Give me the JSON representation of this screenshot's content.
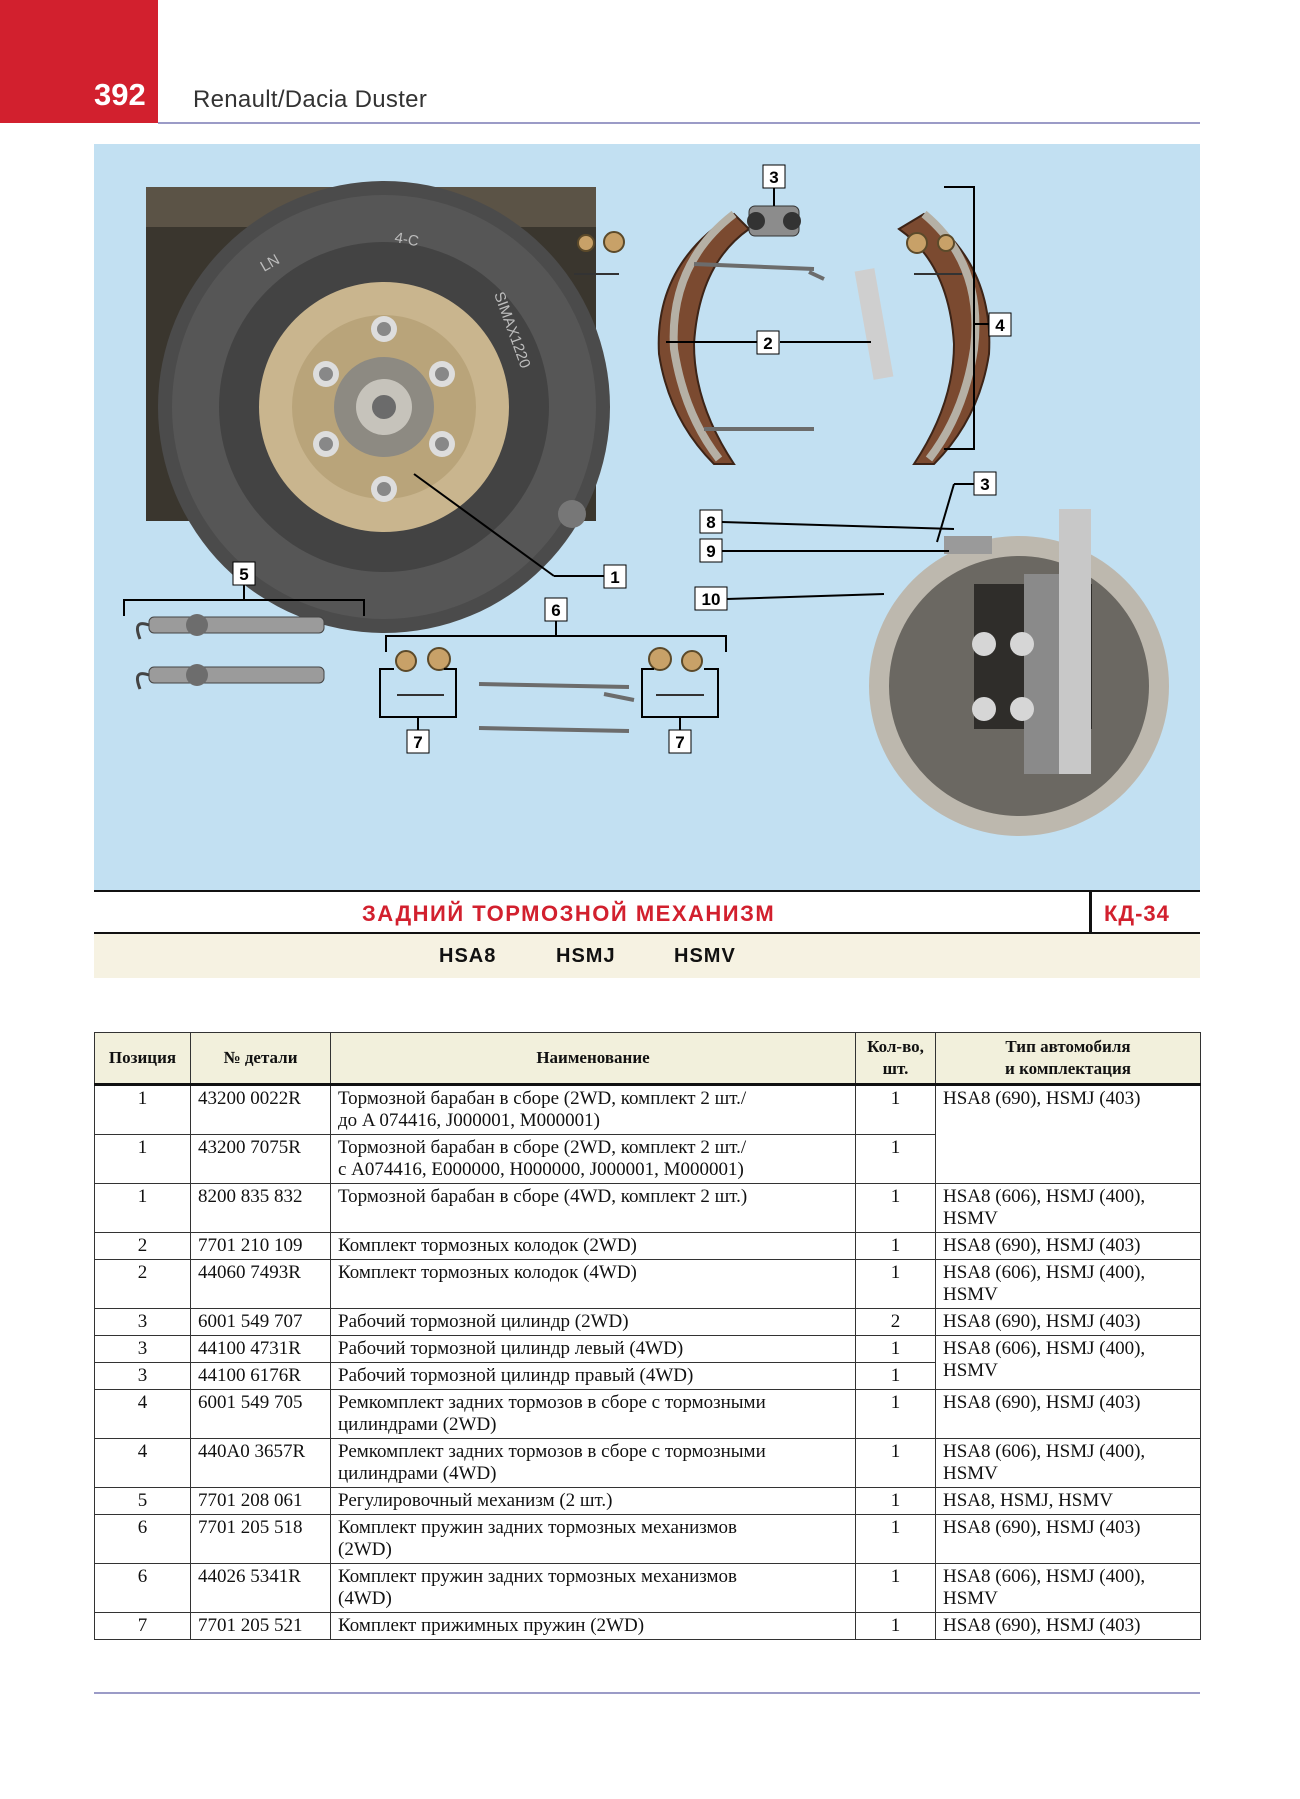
{
  "header": {
    "page_number": "392",
    "running_title": "Renault/Dacia Duster"
  },
  "figure": {
    "callouts": [
      "1",
      "2",
      "3",
      "4",
      "5",
      "6",
      "7",
      "7",
      "3",
      "8",
      "9",
      "10"
    ],
    "drum_markings": [
      "LN",
      "4-C",
      "SIMAX1220"
    ]
  },
  "section": {
    "title": "ЗАДНИЙ ТОРМОЗНОЙ МЕХАНИЗМ",
    "code": "КД-34",
    "models": [
      "HSA8",
      "HSMJ",
      "HSMV"
    ]
  },
  "table": {
    "headers": {
      "position": "Позиция",
      "part_no": "№ детали",
      "name": "Наименование",
      "qty_line1": "Кол-во,",
      "qty_line2": "шт.",
      "type_line1": "Тип автомобиля",
      "type_line2": "и комплектация"
    },
    "rows": [
      {
        "pos": "1",
        "part": "43200 0022R",
        "name1": "Тормозной барабан в сборе (2WD, комплект 2 шт./",
        "name2": "до A 074416, J000001, M000001)",
        "qty": "1",
        "type1": "HSA8 (690), HSMJ (403)",
        "type2": ""
      },
      {
        "pos": "1",
        "part": "43200 7075R",
        "name1": "Тормозной барабан в сборе (2WD, комплект 2 шт./",
        "name2": "с A074416, E000000, H000000, J000001, M000001)",
        "qty": "1"
      },
      {
        "pos": "1",
        "part": "8200 835 832",
        "name1": "Тормозной барабан в сборе (4WD, комплект 2 шт.)",
        "name2": "",
        "qty": "1",
        "type1": "HSA8 (606), HSMJ (400),",
        "type2": "HSMV"
      },
      {
        "pos": "2",
        "part": "7701 210 109",
        "name1": "Комплект тормозных колодок (2WD)",
        "name2": "",
        "qty": "1",
        "type1": "HSA8 (690), HSMJ (403)",
        "type2": ""
      },
      {
        "pos": "2",
        "part": "44060 7493R",
        "name1": "Комплект тормозных колодок (4WD)",
        "name2": "",
        "qty": "1",
        "type1": "HSA8 (606), HSMJ (400),",
        "type2": "HSMV"
      },
      {
        "pos": "3",
        "part": "6001 549 707",
        "name1": "Рабочий тормозной цилиндр (2WD)",
        "name2": "",
        "qty": "2",
        "type1": "HSA8 (690), HSMJ (403)",
        "type2": ""
      },
      {
        "pos": "3",
        "part": "44100 4731R",
        "name1": "Рабочий тормозной цилиндр левый (4WD)",
        "name2": "",
        "qty": "1",
        "type1": "HSA8 (606), HSMJ (400),",
        "type2": "HSMV"
      },
      {
        "pos": "3",
        "part": "44100 6176R",
        "name1": "Рабочий тормозной цилиндр правый (4WD)",
        "name2": "",
        "qty": "1"
      },
      {
        "pos": "4",
        "part": "6001 549 705",
        "name1": "Ремкомплект задних тормозов в сборе с тормозными",
        "name2": "цилиндрами (2WD)",
        "qty": "1",
        "type1": "HSA8 (690), HSMJ (403)",
        "type2": ""
      },
      {
        "pos": "4",
        "part": "440A0 3657R",
        "name1": "Ремкомплект задних тормозов в сборе с тормозными",
        "name2": "цилиндрами (4WD)",
        "qty": "1",
        "type1": "HSA8 (606), HSMJ (400),",
        "type2": "HSMV"
      },
      {
        "pos": "5",
        "part": "7701 208 061",
        "name1": "Регулировочный механизм (2 шт.)",
        "name2": "",
        "qty": "1",
        "type1": "HSA8, HSMJ, HSMV",
        "type2": ""
      },
      {
        "pos": "6",
        "part": "7701 205 518",
        "name1": "Комплект пружин задних тормозных механизмов",
        "name2": "(2WD)",
        "qty": "1",
        "type1": "HSA8 (690), HSMJ (403)",
        "type2": ""
      },
      {
        "pos": "6",
        "part": "44026 5341R",
        "name1": "Комплект пружин задних тормозных механизмов",
        "name2": "(4WD)",
        "qty": "1",
        "type1": "HSA8 (606), HSMJ (400),",
        "type2": "HSMV"
      },
      {
        "pos": "7",
        "part": "7701 205 521",
        "name1": "Комплект прижимных пружин (2WD)",
        "name2": "",
        "qty": "1",
        "type1": "HSA8 (690), HSMJ (403)",
        "type2": ""
      }
    ]
  }
}
